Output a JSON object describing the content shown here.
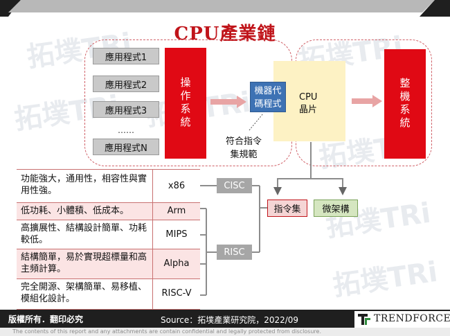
{
  "title": "CPU產業鏈",
  "watermark": "拓墣TRi",
  "apps": [
    "應用程式1",
    "應用程式2",
    "應用程式3",
    "……",
    "應用程式N"
  ],
  "os_label": "操作系統",
  "machine_code_label": "機器代碼程式",
  "cpu_label": "CPU 晶片",
  "machine_label": "整機系統",
  "isa_note": "符合指令集規範",
  "table_rows": [
    {
      "desc": "功能強大，通用性，相容性與實用性強。",
      "arch": "x86"
    },
    {
      "desc": "低功耗、小體積、低成本。",
      "arch": "Arm"
    },
    {
      "desc": "高擴展性、結構設計簡單、功耗較低。",
      "arch": "MIPS"
    },
    {
      "desc": "結構簡單，易於實現超標量和高主頻計算。",
      "arch": "Alpha"
    },
    {
      "desc": "完全開源、架構簡單、易移植、模組化設計。",
      "arch": "RISC-V"
    }
  ],
  "cisc_label": "CISC",
  "risc_label": "RISC",
  "isa_label": "指令集",
  "micro_label": "微架構",
  "footer": {
    "copyright": "版權所有．翻印必究",
    "source": "Source：拓墣產業研究院，2022/09",
    "brand": "TRENDFORCE"
  },
  "disclaimer": "The contents of this report and any attachments are contain confidential and legally protected from disclosure.",
  "colors": {
    "red": "#e00914",
    "title_red": "#c0141a",
    "blue": "#3d72b4",
    "cpu_yellow": "#fdf2c4",
    "gray": "#c9c9c9",
    "green": "#d5e6c0"
  }
}
